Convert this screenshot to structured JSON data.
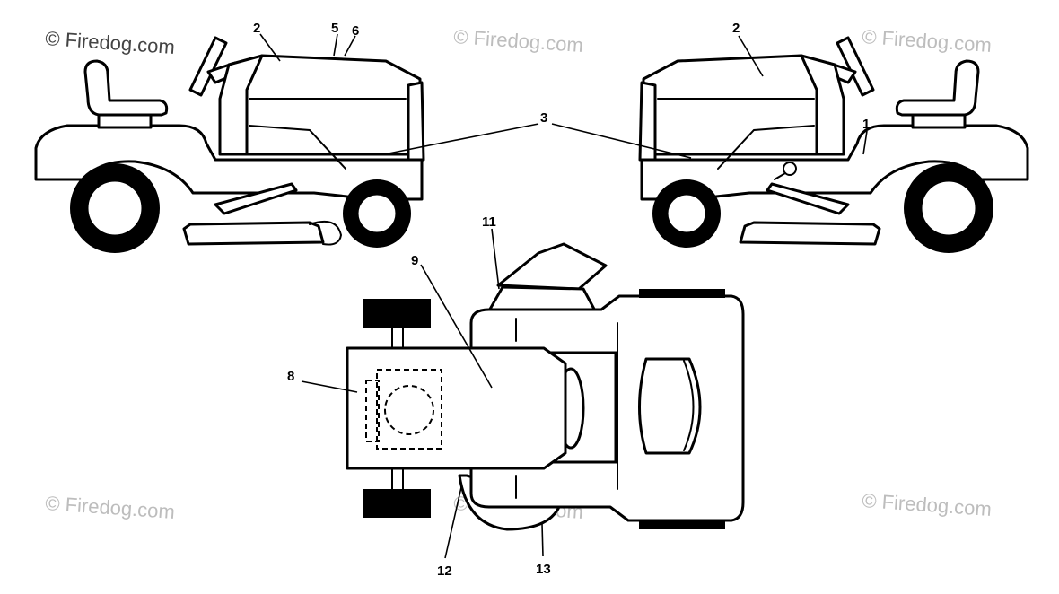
{
  "watermark": "© Firedog.com",
  "callouts": {
    "c1": "1",
    "c2_left": "2",
    "c2_right": "2",
    "c3": "3",
    "c5": "5",
    "c6": "6",
    "c8": "8",
    "c9": "9",
    "c11": "11",
    "c12": "12",
    "c13": "13"
  }
}
